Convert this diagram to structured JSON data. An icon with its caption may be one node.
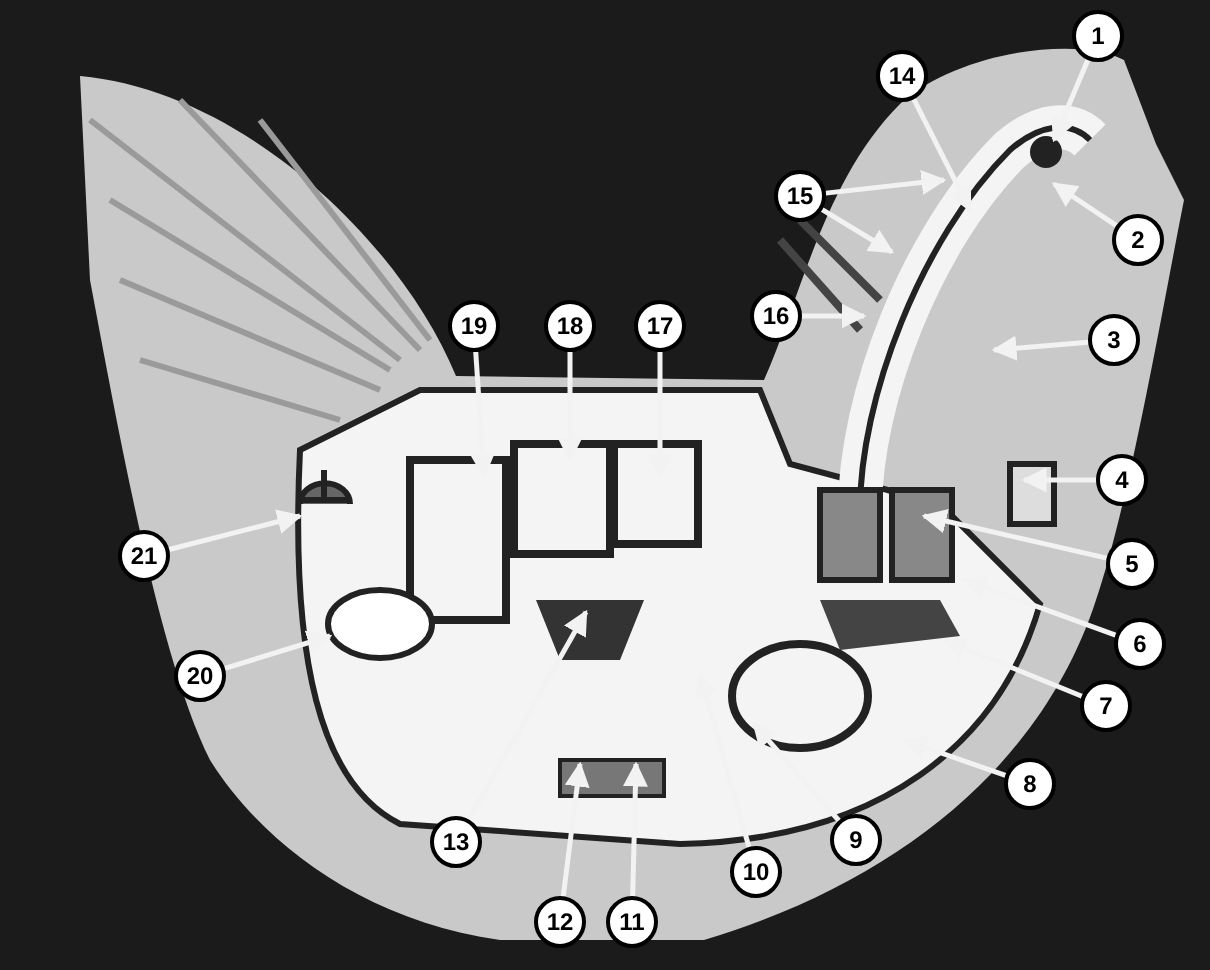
{
  "diagram": {
    "nodes": [
      {
        "text": [
          "1"
        ]
      },
      {
        "text": [
          "2"
        ]
      },
      {
        "text": [
          "3"
        ]
      },
      {
        "text": [
          "4"
        ]
      },
      {
        "text": [
          "5"
        ]
      },
      {
        "text": [
          "6"
        ]
      },
      {
        "text": [
          "7"
        ]
      },
      {
        "text": [
          "8"
        ]
      },
      {
        "text": [
          "9"
        ]
      },
      {
        "text": [
          "10"
        ]
      },
      {
        "text": [
          "11"
        ]
      },
      {
        "text": [
          "12"
        ]
      },
      {
        "text": [
          "13"
        ]
      },
      {
        "text": [
          "14"
        ]
      },
      {
        "text": [
          "15"
        ]
      },
      {
        "text": [
          "16"
        ]
      },
      {
        "text": [
          "17"
        ]
      },
      {
        "text": [
          "18"
        ]
      },
      {
        "text": [
          "19"
        ]
      },
      {
        "text": [
          "20"
        ]
      },
      {
        "text": [
          "21"
        ]
      }
    ],
    "edges": [
      {
        "from": 0,
        "to": null,
        "arrow": "to"
      },
      {
        "from": 1,
        "to": null,
        "arrow": "to"
      },
      {
        "from": 2,
        "to": null,
        "arrow": "to"
      },
      {
        "from": 3,
        "to": null,
        "arrow": "to"
      },
      {
        "from": 4,
        "to": null,
        "arrow": "to"
      },
      {
        "from": 5,
        "to": null,
        "arrow": "to"
      },
      {
        "from": 6,
        "to": null,
        "arrow": "to"
      },
      {
        "from": 7,
        "to": null,
        "arrow": "to"
      },
      {
        "from": 8,
        "to": null,
        "arrow": "to"
      },
      {
        "from": 9,
        "to": null,
        "arrow": "to"
      },
      {
        "from": 10,
        "to": null,
        "arrow": "to"
      },
      {
        "from": 11,
        "to": null,
        "arrow": "to"
      },
      {
        "from": 12,
        "to": null,
        "arrow": "to"
      },
      {
        "from": 13,
        "to": null,
        "arrow": "to"
      },
      {
        "from": 14,
        "to": null,
        "arrow": "to"
      },
      {
        "from": 14,
        "to": null,
        "arrow": "to"
      },
      {
        "from": 15,
        "to": null,
        "arrow": "to"
      },
      {
        "from": 16,
        "to": null,
        "arrow": "to"
      },
      {
        "from": 17,
        "to": null,
        "arrow": "to"
      },
      {
        "from": 18,
        "to": null,
        "arrow": "to"
      },
      {
        "from": 19,
        "to": null,
        "arrow": "to"
      },
      {
        "from": 20,
        "to": null,
        "arrow": "to"
      }
    ]
  }
}
